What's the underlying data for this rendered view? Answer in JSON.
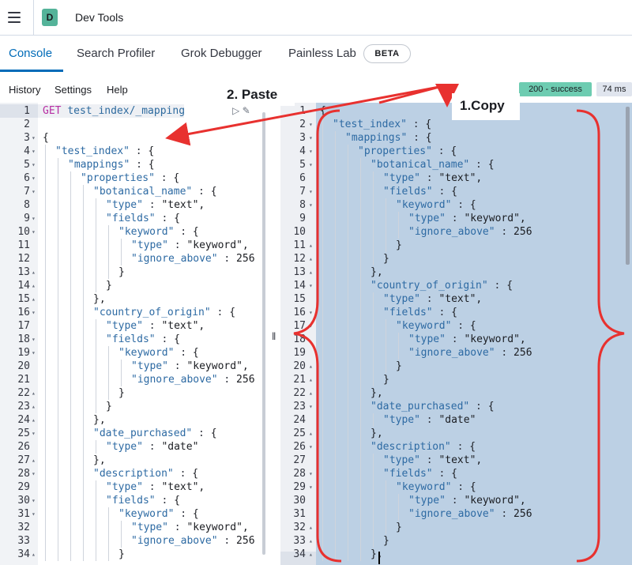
{
  "header": {
    "avatar_letter": "D",
    "app_title": "Dev Tools",
    "icons": {
      "menu": "hamburger-icon"
    }
  },
  "tabs": [
    {
      "label": "Console",
      "active": true
    },
    {
      "label": "Search Profiler",
      "active": false
    },
    {
      "label": "Grok Debugger",
      "active": false
    },
    {
      "label": "Painless Lab",
      "active": false
    }
  ],
  "beta_badge": "BETA",
  "menu": {
    "history": "History",
    "settings": "Settings",
    "help": "Help"
  },
  "status": {
    "response": "200 - success",
    "time": "74 ms"
  },
  "annotations": {
    "paste": "2. Paste",
    "copy": "1.Copy"
  },
  "splitter_glyph": "‖",
  "colors": {
    "accent": "#006bb8",
    "success": "#6dccb1",
    "annotation": "#e8312f",
    "selection": "#bcd0e4"
  },
  "left_editor": {
    "lines": [
      {
        "n": 1,
        "text": "GET test_index/_mapping"
      },
      {
        "n": 2,
        "text": ""
      },
      {
        "n": 3,
        "text": "{"
      },
      {
        "n": 4,
        "text": "\"test_index\" : {"
      },
      {
        "n": 5,
        "text": "\"mappings\" : {"
      },
      {
        "n": 6,
        "text": "\"properties\" : {"
      },
      {
        "n": 7,
        "text": "\"botanical_name\" : {"
      },
      {
        "n": 8,
        "text": "\"type\" : \"text\","
      },
      {
        "n": 9,
        "text": "\"fields\" : {"
      },
      {
        "n": 10,
        "text": "\"keyword\" : {"
      },
      {
        "n": 11,
        "text": "\"type\" : \"keyword\","
      },
      {
        "n": 12,
        "text": "\"ignore_above\" : 256"
      },
      {
        "n": 13,
        "text": "}"
      },
      {
        "n": 14,
        "text": "}"
      },
      {
        "n": 15,
        "text": "},"
      },
      {
        "n": 16,
        "text": "\"country_of_origin\" : {"
      },
      {
        "n": 17,
        "text": "\"type\" : \"text\","
      },
      {
        "n": 18,
        "text": "\"fields\" : {"
      },
      {
        "n": 19,
        "text": "\"keyword\" : {"
      },
      {
        "n": 20,
        "text": "\"type\" : \"keyword\","
      },
      {
        "n": 21,
        "text": "\"ignore_above\" : 256"
      },
      {
        "n": 22,
        "text": "}"
      },
      {
        "n": 23,
        "text": "}"
      },
      {
        "n": 24,
        "text": "},"
      },
      {
        "n": 25,
        "text": "\"date_purchased\" : {"
      },
      {
        "n": 26,
        "text": "\"type\" : \"date\""
      },
      {
        "n": 27,
        "text": "},"
      },
      {
        "n": 28,
        "text": "\"description\" : {"
      },
      {
        "n": 29,
        "text": "\"type\" : \"text\","
      },
      {
        "n": 30,
        "text": "\"fields\" : {"
      },
      {
        "n": 31,
        "text": "\"keyword\" : {"
      },
      {
        "n": 32,
        "text": "\"type\" : \"keyword\","
      },
      {
        "n": 33,
        "text": "\"ignore_above\" : 256"
      },
      {
        "n": 34,
        "text": "}"
      }
    ]
  },
  "right_editor": {
    "lines": [
      {
        "n": 1,
        "text": "{"
      },
      {
        "n": 2,
        "text": "\"test_index\" : {"
      },
      {
        "n": 3,
        "text": "\"mappings\" : {"
      },
      {
        "n": 4,
        "text": "\"properties\" : {"
      },
      {
        "n": 5,
        "text": "\"botanical_name\" : {"
      },
      {
        "n": 6,
        "text": "\"type\" : \"text\","
      },
      {
        "n": 7,
        "text": "\"fields\" : {"
      },
      {
        "n": 8,
        "text": "\"keyword\" : {"
      },
      {
        "n": 9,
        "text": "\"type\" : \"keyword\","
      },
      {
        "n": 10,
        "text": "\"ignore_above\" : 256"
      },
      {
        "n": 11,
        "text": "}"
      },
      {
        "n": 12,
        "text": "}"
      },
      {
        "n": 13,
        "text": "},"
      },
      {
        "n": 14,
        "text": "\"country_of_origin\" : {"
      },
      {
        "n": 15,
        "text": "\"type\" : \"text\","
      },
      {
        "n": 16,
        "text": "\"fields\" : {"
      },
      {
        "n": 17,
        "text": "\"keyword\" : {"
      },
      {
        "n": 18,
        "text": "\"type\" : \"keyword\","
      },
      {
        "n": 19,
        "text": "\"ignore_above\" : 256"
      },
      {
        "n": 20,
        "text": "}"
      },
      {
        "n": 21,
        "text": "}"
      },
      {
        "n": 22,
        "text": "},"
      },
      {
        "n": 23,
        "text": "\"date_purchased\" : {"
      },
      {
        "n": 24,
        "text": "\"type\" : \"date\""
      },
      {
        "n": 25,
        "text": "},"
      },
      {
        "n": 26,
        "text": "\"description\" : {"
      },
      {
        "n": 27,
        "text": "\"type\" : \"text\","
      },
      {
        "n": 28,
        "text": "\"fields\" : {"
      },
      {
        "n": 29,
        "text": "\"keyword\" : {"
      },
      {
        "n": 30,
        "text": "\"type\" : \"keyword\","
      },
      {
        "n": 31,
        "text": "\"ignore_above\" : 256"
      },
      {
        "n": 32,
        "text": "}"
      },
      {
        "n": 33,
        "text": "}"
      },
      {
        "n": 34,
        "text": "},"
      }
    ]
  }
}
